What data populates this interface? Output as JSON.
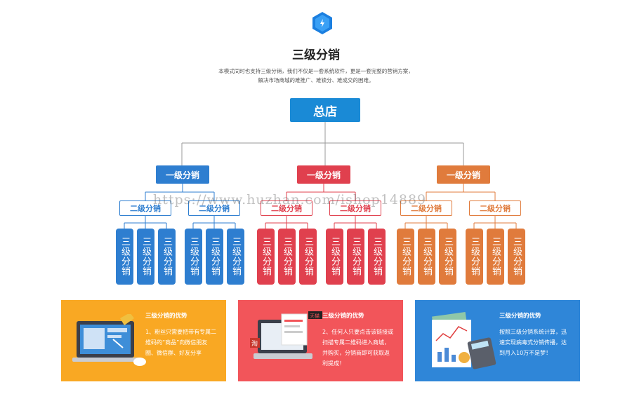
{
  "header": {
    "title": "三级分销",
    "desc_line1": "本模式同时也支持三级分销，我们不仅是一套系统软件，更是一套完整的营销方案，",
    "desc_line2": "解决市场商城的难推广、难锁分、难成交的困难。"
  },
  "tree": {
    "root": "总店",
    "level1_label": "一级分销",
    "level2_label": "二级分销",
    "level3_label": "三级分销",
    "colors": {
      "root": "#1a8ad6",
      "branch_a": "#2e7ed0",
      "branch_b": "#e0404e",
      "branch_c": "#e07b3c"
    }
  },
  "watermark": "https://www.huzhan.com/ishop14889",
  "cards": [
    {
      "title": "三级分销的优势",
      "lines": [
        "1、粉丝只需要把带有专属二",
        "维码的“商品”向微信朋友",
        "圈、微信群、好友分享"
      ],
      "color": "#f9a823"
    },
    {
      "title": "三级分销的优势",
      "lines": [
        "2、任何人只要点击该链接或",
        "扫描专属二维码进入商城，",
        "并购买，分销商即可获取返",
        "利提成！"
      ],
      "color": "#f2555a",
      "badge1": "天猫",
      "badge2": "淘"
    },
    {
      "title": "三级分销的优势",
      "lines": [
        "按照三级分销系统计算，迅",
        "速实现病毒式分销传播，达",
        "到月入10万不是梦！"
      ],
      "color": "#2f86d8"
    }
  ]
}
